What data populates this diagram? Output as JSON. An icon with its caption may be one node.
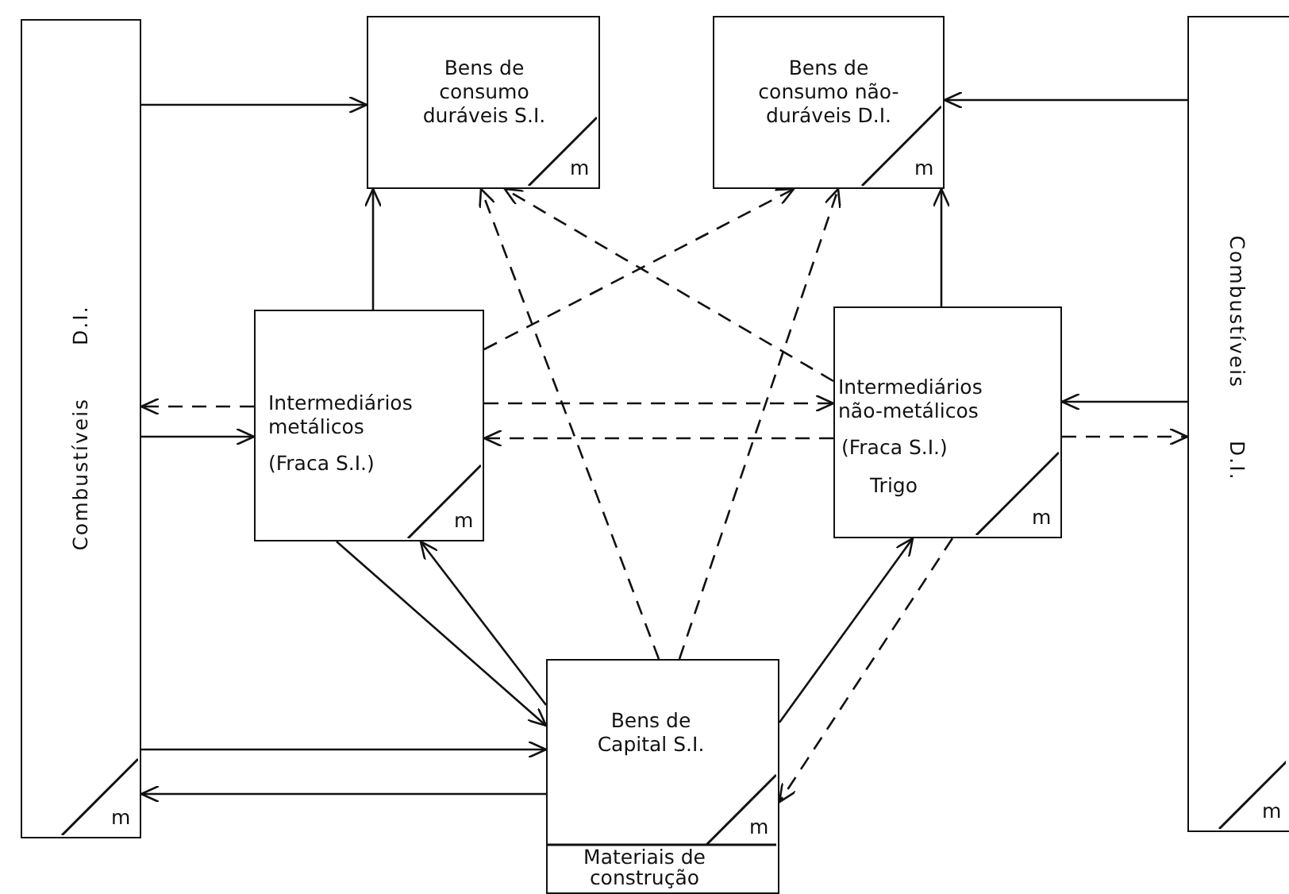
{
  "diagram": {
    "nodes": [
      {
        "text": [
          "Combustíveis D.I.",
          "m"
        ]
      },
      {
        "text": [
          "Bens de consumo duráveis S.I.",
          "m"
        ]
      },
      {
        "text": [
          "Bens de consumo não-duráveis D.I.",
          "m"
        ]
      },
      {
        "text": [
          "Combustíveis D.I.",
          "m"
        ]
      },
      {
        "text": [
          "Intermediários metálicos",
          "(Fraca S.I.)",
          "m"
        ]
      },
      {
        "text": [
          "Intermediários não-metálicos",
          "(Fraca S.I.)",
          "Trigo",
          "m"
        ]
      },
      {
        "text": [
          "Bens de Capital S.I.",
          "m",
          "Materiais de construção"
        ]
      }
    ],
    "edges": [
      {
        "from": 0,
        "to": 1,
        "arrow": "to"
      },
      {
        "from": 3,
        "to": 2,
        "arrow": "to"
      },
      {
        "from": 4,
        "to": 1,
        "arrow": "to"
      },
      {
        "from": 5,
        "to": 2,
        "arrow": "to"
      },
      {
        "from": 6,
        "to": 1,
        "arrow": "to",
        "style": "dashed"
      },
      {
        "from": 6,
        "to": 2,
        "arrow": "to",
        "style": "dashed"
      },
      {
        "from": 5,
        "to": 1,
        "arrow": "to",
        "style": "dashed"
      },
      {
        "from": 4,
        "to": 2,
        "arrow": "to",
        "style": "dashed"
      },
      {
        "from": 4,
        "to": 0,
        "arrow": "to",
        "style": "dashed"
      },
      {
        "from": 0,
        "to": 4,
        "arrow": "to"
      },
      {
        "from": 4,
        "to": 5,
        "arrow": "to",
        "style": "dashed"
      },
      {
        "from": 5,
        "to": 4,
        "arrow": "to",
        "style": "dashed"
      },
      {
        "from": 3,
        "to": 5,
        "arrow": "to"
      },
      {
        "from": 5,
        "to": 3,
        "arrow": "to",
        "style": "dashed"
      },
      {
        "from": 4,
        "to": 6,
        "arrow": "to"
      },
      {
        "from": 6,
        "to": 4,
        "arrow": "to"
      },
      {
        "from": 6,
        "to": 5,
        "arrow": "to"
      },
      {
        "from": 5,
        "to": 6,
        "arrow": "to",
        "style": "dashed"
      },
      {
        "from": 0,
        "to": 6,
        "arrow": "to"
      },
      {
        "from": 6,
        "to": 0,
        "arrow": "to"
      }
    ]
  }
}
